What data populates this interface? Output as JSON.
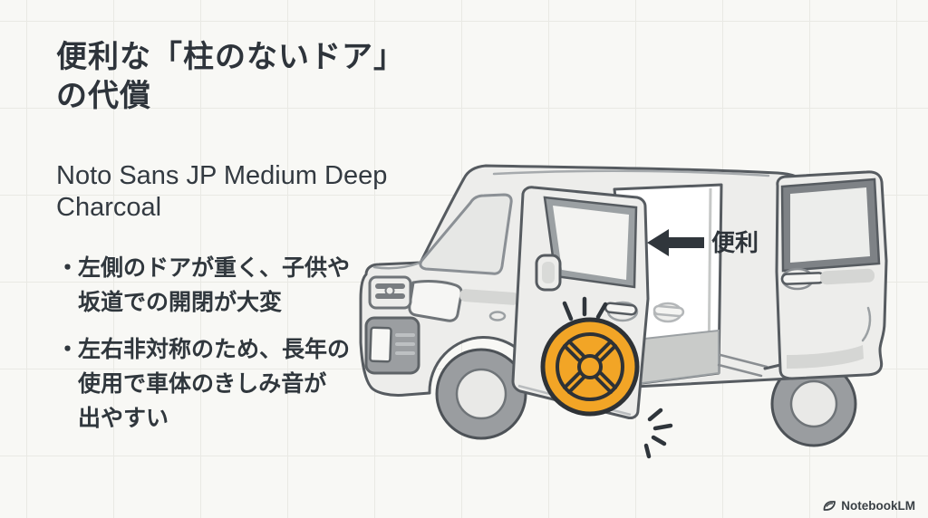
{
  "page": {
    "title": "便利な「柱のないドア」の代償",
    "subtitle": "Noto Sans JP Medium Deep Charcoal",
    "bullet_marker": "・",
    "bullets": [
      {
        "text": "左側のドアが重く、子供や坂道での開閉が大変",
        "lines": [
          "左側のドアが重く、子供や",
          "坂道での開閉が大変"
        ]
      },
      {
        "text": "左右非対称のため、長年の使用で車体のきしみ音が出やすい",
        "lines": [
          "左右非対称のため、長年の",
          "使用で車体のきしみ音が",
          "出やすい"
        ]
      }
    ]
  },
  "illustration": {
    "subject": "kei-van with pillarless open doors, front door swung open, rear sliding door slid back",
    "arrow_label": "便利",
    "icons": {
      "weight": "weight-plate-icon",
      "arrow": "arrow-left-icon",
      "impact": "impact-lines",
      "creak": "creak-lines"
    },
    "colors": {
      "accent_orange": "#F2A526",
      "charcoal": "#2F353B",
      "car_body": "#EDEDEB",
      "outline": "#565B60",
      "glass": "#F2F2F0",
      "dark_frame": "#7E8286"
    }
  },
  "footer": {
    "brand": "NotebookLM"
  }
}
